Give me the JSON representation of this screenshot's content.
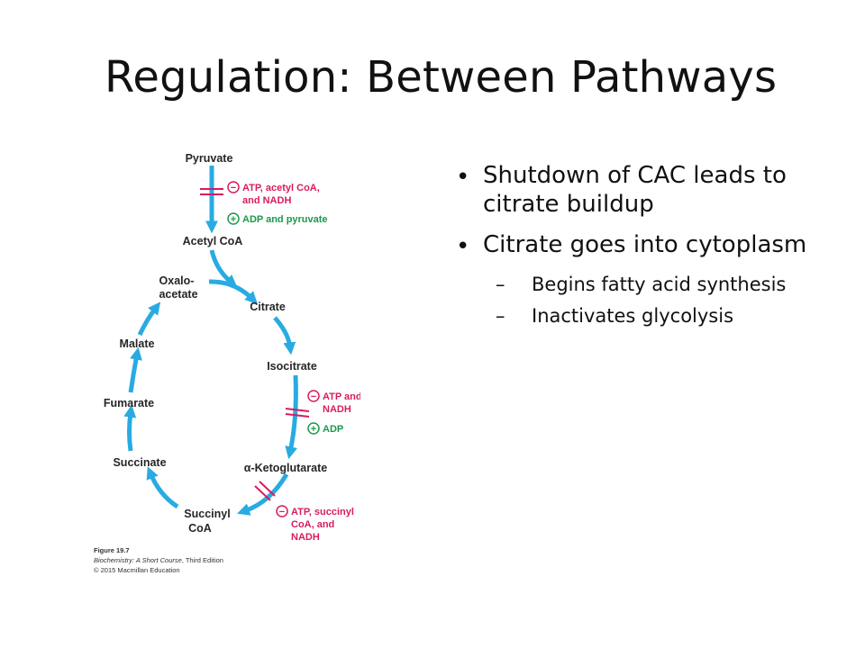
{
  "slide": {
    "title": "Regulation: Between Pathways",
    "bullets": [
      {
        "text": "Shutdown of CAC leads to citrate buildup",
        "symbol": "•"
      },
      {
        "text": "Citrate goes into cytoplasm",
        "symbol": "•"
      }
    ],
    "sub_bullets": [
      {
        "text": "Begins fatty acid synthesis",
        "symbol": "–"
      },
      {
        "text": "Inactivates glycolysis",
        "symbol": "–"
      }
    ]
  },
  "diagram": {
    "nodes": {
      "pyruvate": "Pyruvate",
      "acetyl_coa": "Acetyl CoA",
      "oxaloacetate_1": "Oxalo-",
      "oxaloacetate_2": "acetate",
      "citrate": "Citrate",
      "isocitrate": "Isocitrate",
      "ketoglutarate": "α-Ketoglutarate",
      "succinyl_coa_1": "Succinyl",
      "succinyl_coa_2": "CoA",
      "succinate": "Succinate",
      "fumarate": "Fumarate",
      "malate": "Malate"
    },
    "regulation": {
      "pdh_inhib_1": "ATP, acetyl CoA,",
      "pdh_inhib_2": "and NADH",
      "pdh_activ": "ADP and pyruvate",
      "idh_inhib_1": "ATP and",
      "idh_inhib_2": "NADH",
      "idh_activ": "ADP",
      "kgdh_inhib_1": "ATP, succinyl",
      "kgdh_inhib_2": "CoA, and",
      "kgdh_inhib_3": "NADH",
      "minus_symbol": "−",
      "plus_symbol": "+"
    },
    "caption": {
      "figure": "Figure 19.7",
      "book": "Biochemistry: A Short Course",
      "edition": ", Third Edition",
      "copyright": "© 2015 Macmillan Education"
    },
    "colors": {
      "arrow": "#29abe2",
      "inhibit": "#d81b60",
      "activate": "#1a9a4a"
    }
  }
}
